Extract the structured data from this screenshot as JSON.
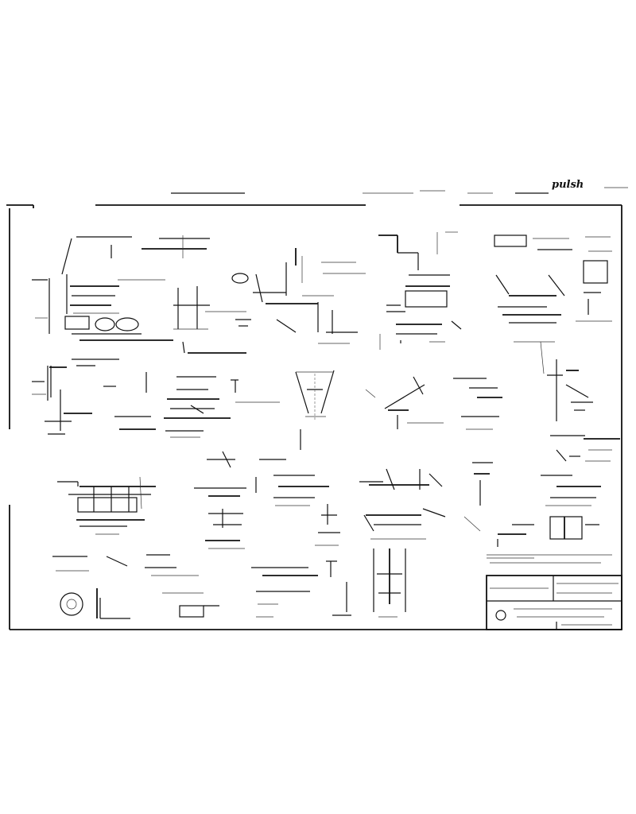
{
  "sheet": {
    "annotation": "pulsh",
    "ink_color": "#111111",
    "paper_color": "#ffffff"
  },
  "title_block": {
    "present": true
  },
  "views": [
    "view-top-left",
    "view-top-center-left",
    "view-top-center",
    "view-top-center-right",
    "view-top-right",
    "view-mid-left",
    "view-mid-center-left",
    "view-mid-center",
    "view-mid-center-right",
    "view-mid-right",
    "view-lower-left",
    "view-lower-center-left",
    "view-lower-center",
    "view-lower-center-right",
    "view-lower-right",
    "view-bottom-left",
    "view-bottom-center-left",
    "view-bottom-center"
  ]
}
